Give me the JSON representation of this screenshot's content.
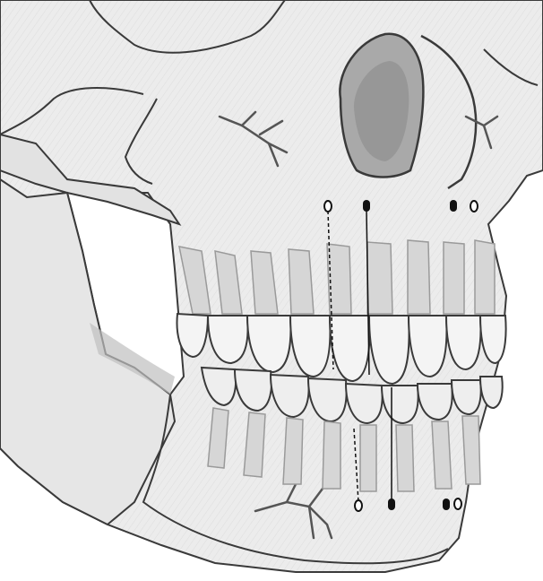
{
  "illustration": {
    "subject": "skull-lateral-oblique-view",
    "colors": {
      "paper": "#ffffff",
      "bone": "#ececec",
      "bone_shadow": "#cfcfcf",
      "deep_shadow": "#a9a9a9",
      "outline": "#3a3a3a",
      "marker": "#111111"
    },
    "upper_markers": [
      "hollow",
      "solid",
      "solid",
      "hollow"
    ],
    "lower_markers": [
      "hollow",
      "solid",
      "solid",
      "hollow"
    ],
    "lines": [
      "dashed",
      "solid",
      "dashed",
      "solid"
    ]
  }
}
